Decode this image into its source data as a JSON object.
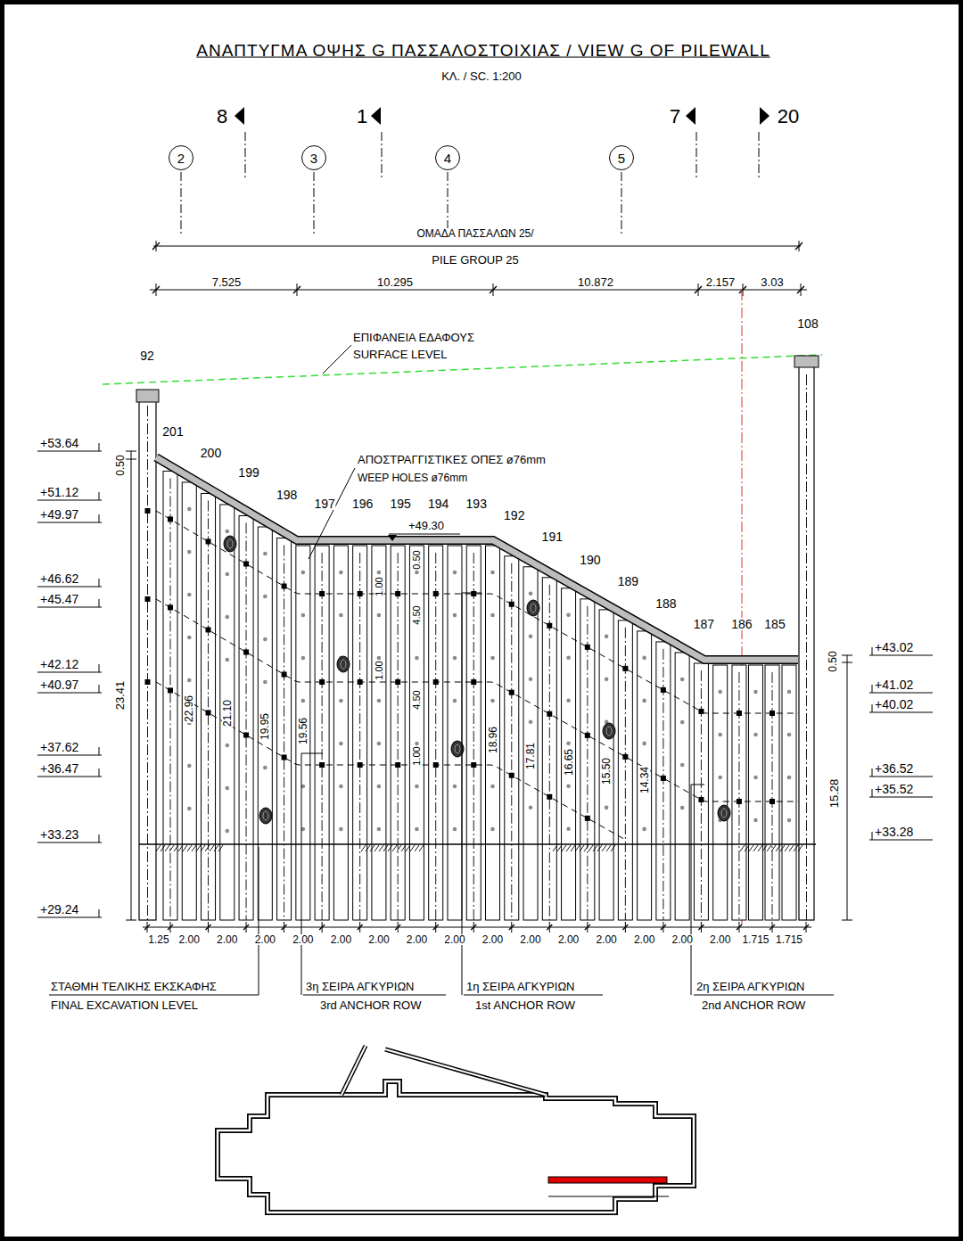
{
  "diagram": {
    "title": "ΑΝΑΠΤΥΓΜΑ ΟΨΗΣ G ΠΑΣΣΑΛΟΣΤΟΙΧΙΑΣ / VIEW G OF PILEWALL",
    "nodes": [
      {
        "text": [
          "2"
        ]
      },
      {
        "text": [
          "3"
        ]
      },
      {
        "text": [
          "4"
        ]
      },
      {
        "text": [
          "5"
        ]
      }
    ],
    "labels": [
      "ΚΛ. / SC. 1:200",
      "8",
      "1",
      "7",
      "20",
      "ΟΜΑΔΑ ΠΑΣΣΑΛΩΝ 25/",
      "PILE GROUP 25",
      "7.525",
      "10.295",
      "10.872",
      "2.157",
      "3.03",
      "ΕΠΙΦΑΝΕΙΑ ΕΔΑΦΟΥΣ",
      "SURFACE LEVEL",
      "92",
      "108",
      "201",
      "200",
      "199",
      "198",
      "197",
      "196",
      "195",
      "194",
      "193",
      "192",
      "191",
      "190",
      "189",
      "188",
      "187",
      "186",
      "185",
      "ΑΠΟΣΤΡΑΓΓΙΣΤΙΚΕΣ ΟΠΕΣ ø76mm",
      "WEEP HOLES ø76mm",
      "+49.30",
      "+53.64",
      "+51.12",
      "+49.97",
      "+46.62",
      "+45.47",
      "+42.12",
      "+40.97",
      "+37.62",
      "+36.47",
      "+33.23",
      "+29.24",
      "+43.02",
      "+41.02",
      "+40.02",
      "+36.52",
      "+35.52",
      "+33.28",
      "0.50",
      "23.41",
      "0.50",
      "15.28",
      "22.96",
      "21.10",
      "19.95",
      "19.56",
      "18.96",
      "17.81",
      "16.65",
      "15.50",
      "14.34",
      "0.50",
      "1.00",
      "4.50",
      "1.00",
      "4.50",
      "1.00",
      "1.25",
      "2.00",
      "2.00",
      "2.00",
      "2.00",
      "2.00",
      "2.00",
      "2.00",
      "2.00",
      "2.00",
      "2.00",
      "2.00",
      "2.00",
      "2.00",
      "2.00",
      "2.00",
      "1.715",
      "1.715",
      "ΣΤΑΘΜΗ ΤΕΛΙΚΗΣ ΕΚΣΚΑΦΗΣ",
      "FINAL EXCAVATION LEVEL",
      "3η ΣΕΙΡΑ ΑΓΚΥΡΙΩΝ",
      "3rd ANCHOR ROW",
      "1η ΣΕΙΡΑ ΑΓΚΥΡΙΩΝ",
      "1st ANCHOR ROW",
      "2η ΣΕΙΡΑ ΑΓΚΥΡΙΩΝ",
      "2nd ANCHOR ROW"
    ]
  }
}
